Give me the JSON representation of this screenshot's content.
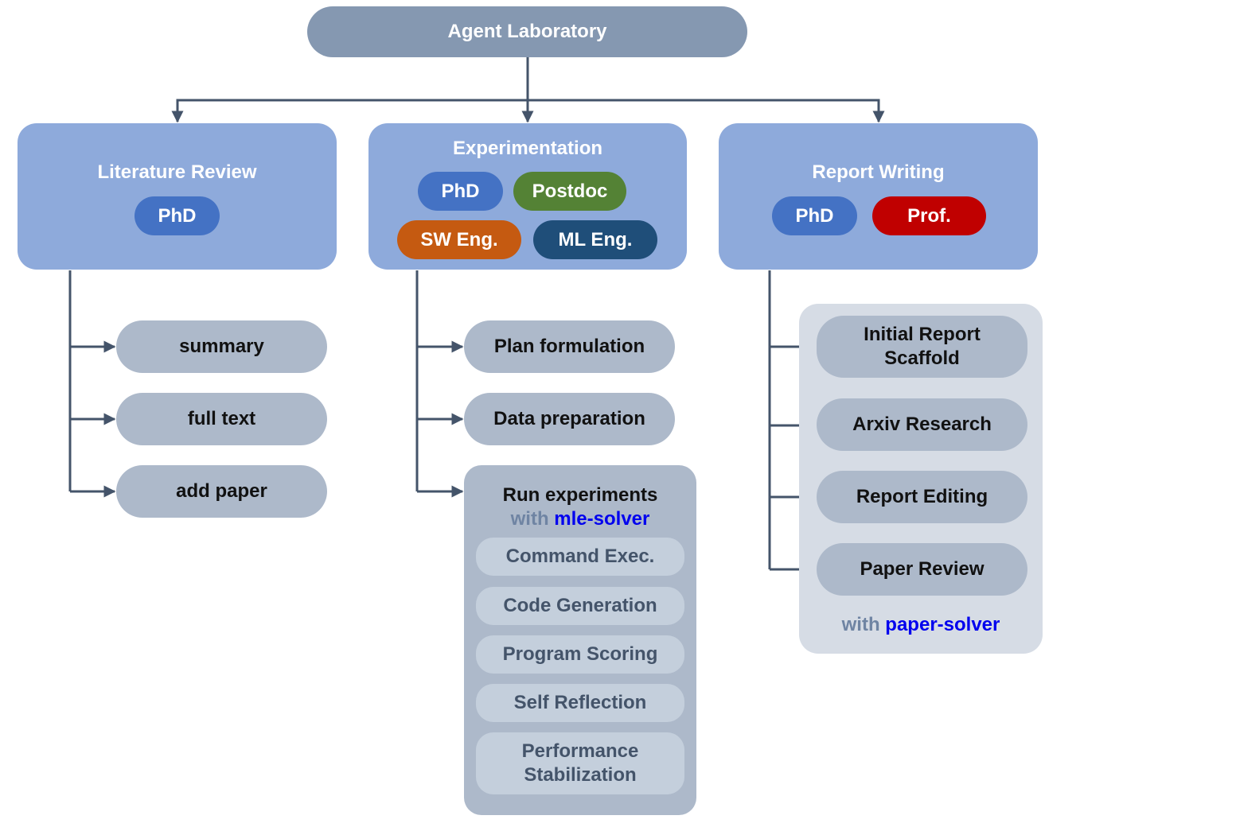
{
  "root": {
    "label": "Agent Laboratory"
  },
  "phases": {
    "literature_review": {
      "title": "Literature Review",
      "roles": [
        "PhD"
      ],
      "tasks": [
        "summary",
        "full text",
        "add paper"
      ]
    },
    "experimentation": {
      "title": "Experimentation",
      "roles": [
        "PhD",
        "Postdoc",
        "SW Eng.",
        "ML Eng."
      ],
      "tasks": [
        "Plan formulation",
        "Data preparation"
      ],
      "run_experiments": {
        "title": "Run experiments",
        "with_label": "with",
        "solver": "mle-solver",
        "steps": [
          "Command Exec.",
          "Code Generation",
          "Program Scoring",
          "Self Reflection",
          "Performance Stabilization"
        ]
      }
    },
    "report_writing": {
      "title": "Report Writing",
      "roles": [
        "PhD",
        "Prof."
      ],
      "tasks": [
        "Initial Report Scaffold",
        "Arxiv Research",
        "Report Editing",
        "Paper Review"
      ],
      "with_label": "with",
      "solver": "paper-solver"
    }
  },
  "colors": {
    "root": "#8598b1",
    "phase": "#8eaadb",
    "task": "#adb9ca",
    "panel_light": "#d6dce5",
    "sub_step": "#c4cfdc",
    "role_phd": "#4472c4",
    "role_postdoc": "#548235",
    "role_sw_eng": "#c55a11",
    "role_ml_eng": "#1f4e79",
    "role_prof": "#c00000",
    "connector": "#44546a",
    "solver_text": "#0000ee"
  }
}
